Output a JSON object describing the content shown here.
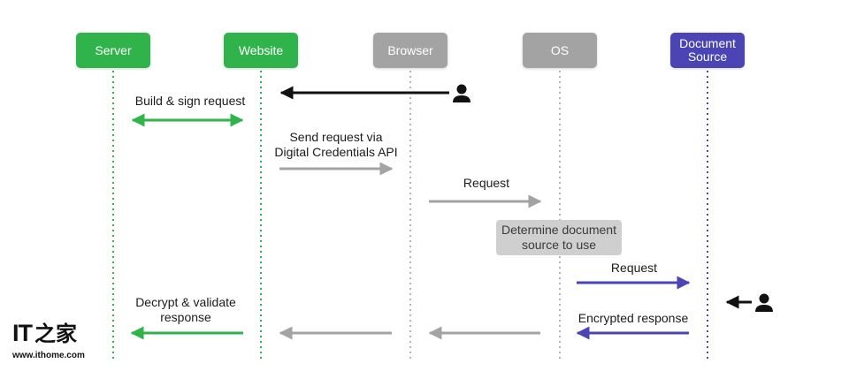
{
  "actors": {
    "server": "Server",
    "website": "Website",
    "browser": "Browser",
    "os": "OS",
    "document_source_line1": "Document",
    "document_source_line2": "Source"
  },
  "messages": {
    "build_sign": "Build & sign request",
    "send_line1": "Send request via",
    "send_line2": "Digital Credentials API",
    "request_to_os": "Request",
    "request_to_document": "Request",
    "decrypt_line1": "Decrypt & validate",
    "decrypt_line2": "response",
    "encrypted_response": "Encrypted response"
  },
  "determine": {
    "line1": "Determine document",
    "line2": "source to use"
  },
  "watermark": {
    "it": "IT",
    "cn": "之家",
    "url": "www.ithome.com"
  },
  "colors": {
    "green": "#2fb34a",
    "gray": "#a3a3a3",
    "purple": "#4a44b5",
    "black": "#111111"
  }
}
